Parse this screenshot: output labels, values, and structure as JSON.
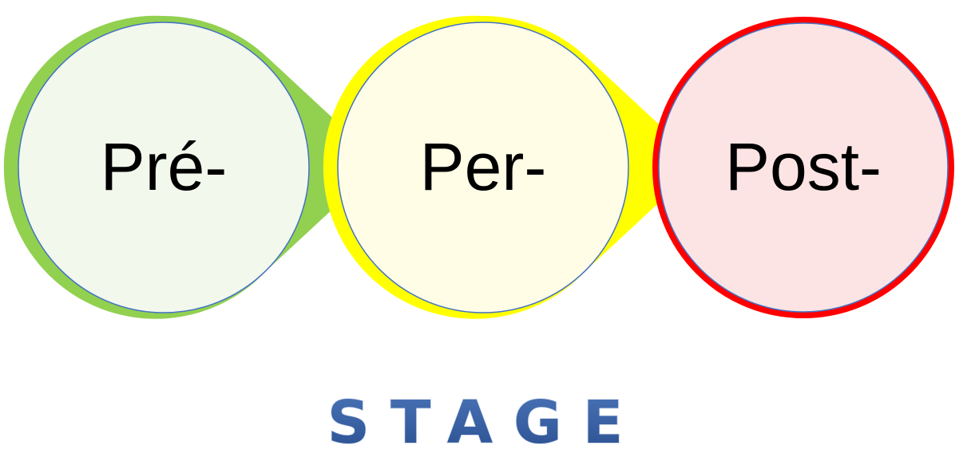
{
  "diagram": {
    "stages": [
      {
        "label": "Pré-",
        "outer_color": "#92d050",
        "inner_fill": "#f2f8ec",
        "inner_stroke": "#4472c4"
      },
      {
        "label": "Per-",
        "outer_color": "#ffff00",
        "inner_fill": "#fffde6",
        "inner_stroke": "#4472c4"
      },
      {
        "label": "Post-",
        "outer_color": "#ff0000",
        "inner_fill": "#fce4e4",
        "inner_stroke": "#4472c4"
      }
    ],
    "caption": "STAGE",
    "caption_color": "#2f5597"
  }
}
